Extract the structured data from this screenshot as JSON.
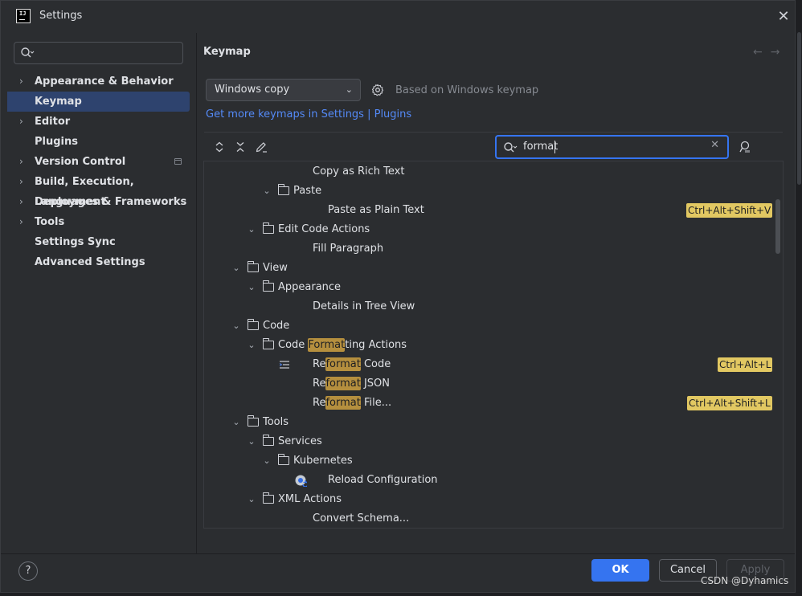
{
  "window": {
    "title": "Settings",
    "app_logo_text": "IJ"
  },
  "sidebar": {
    "search": {
      "value": "",
      "placeholder": ""
    },
    "items": [
      {
        "label": "Appearance & Behavior",
        "expandable": true,
        "selected": false
      },
      {
        "label": "Keymap",
        "expandable": false,
        "selected": true
      },
      {
        "label": "Editor",
        "expandable": true,
        "selected": false
      },
      {
        "label": "Plugins",
        "expandable": false,
        "selected": false
      },
      {
        "label": "Version Control",
        "expandable": true,
        "selected": false,
        "project_icon": true
      },
      {
        "label": "Build, Execution, Deployment",
        "expandable": true,
        "selected": false
      },
      {
        "label": "Languages & Frameworks",
        "expandable": true,
        "selected": false
      },
      {
        "label": "Tools",
        "expandable": true,
        "selected": false
      },
      {
        "label": "Settings Sync",
        "expandable": false,
        "selected": false
      },
      {
        "label": "Advanced Settings",
        "expandable": false,
        "selected": false
      }
    ]
  },
  "main": {
    "title": "Keymap",
    "keymap_select": {
      "value": "Windows copy"
    },
    "based_on": "Based on Windows keymap",
    "get_more_link": "Get more keymaps in Settings | Plugins",
    "filter": {
      "value": "format"
    },
    "tree": [
      {
        "depth": 3,
        "type": "action",
        "label": "Copy as Rich Text"
      },
      {
        "depth": 2,
        "type": "folder",
        "label": "Paste"
      },
      {
        "depth": 4,
        "type": "action",
        "label": "Paste as Plain Text",
        "shortcut": "Ctrl+Alt+Shift+V"
      },
      {
        "depth": 1,
        "type": "folder",
        "label": "Edit Code Actions"
      },
      {
        "depth": 3,
        "type": "action",
        "label": "Fill Paragraph"
      },
      {
        "depth": 0,
        "type": "folder",
        "label": "View"
      },
      {
        "depth": 1,
        "type": "folder",
        "label": "Appearance"
      },
      {
        "depth": 3,
        "type": "action",
        "label": "Details in Tree View"
      },
      {
        "depth": 0,
        "type": "folder",
        "label": "Code"
      },
      {
        "depth": 1,
        "type": "folder",
        "label": "Code Formatting Actions",
        "pre": "Code ",
        "match": "Format",
        "post": "ting Actions"
      },
      {
        "depth": 3,
        "type": "action",
        "label": "Reformat Code",
        "pre": "Re",
        "match": "format",
        "post": " Code",
        "icon": "reformat-code-icon",
        "shortcut": "Ctrl+Alt+L"
      },
      {
        "depth": 3,
        "type": "action",
        "label": "Reformat JSON",
        "pre": "Re",
        "match": "format",
        "post": " JSON"
      },
      {
        "depth": 3,
        "type": "action",
        "label": "Reformat File...",
        "pre": "Re",
        "match": "format",
        "post": " File...",
        "shortcut": "Ctrl+Alt+Shift+L"
      },
      {
        "depth": 0,
        "type": "folder",
        "label": "Tools"
      },
      {
        "depth": 1,
        "type": "folder",
        "label": "Services"
      },
      {
        "depth": 2,
        "type": "folder",
        "label": "Kubernetes"
      },
      {
        "depth": 4,
        "type": "action",
        "label": "Reload Configuration",
        "icon": "kubernetes-reload-icon"
      },
      {
        "depth": 1,
        "type": "folder",
        "label": "XML Actions"
      },
      {
        "depth": 3,
        "type": "action",
        "label": "Convert Schema..."
      }
    ]
  },
  "footer": {
    "help_label": "?",
    "ok_label": "OK",
    "cancel_label": "Cancel",
    "apply_label": "Apply"
  },
  "watermark": "CSDN @Dyhamics",
  "colors": {
    "accent": "#3574f0",
    "selection": "#2e436e",
    "match_highlight": "#b58f3e",
    "shortcut_badge": "#e2c862",
    "link": "#548af7"
  }
}
